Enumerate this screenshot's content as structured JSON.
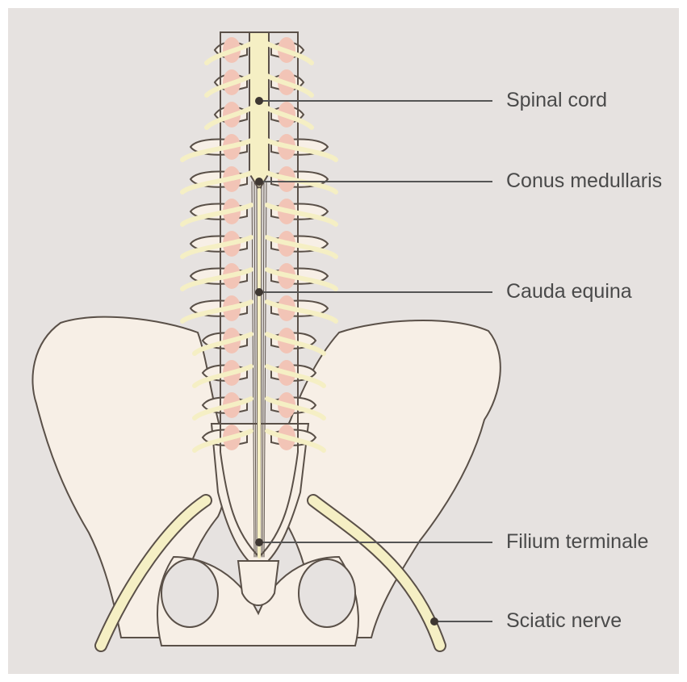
{
  "labels": {
    "spinal_cord": "Spinal cord",
    "conus_medullaris": "Conus medullaris",
    "cauda_equina": "Cauda equina",
    "filium_terminale": "Filium terminale",
    "sciatic_nerve": "Sciatic nerve"
  },
  "colors": {
    "background": "#e6e2e0",
    "bone": "#f7efe6",
    "nerve": "#f5efc4",
    "disc": "#f2c4b6",
    "outline": "#5a5048"
  }
}
